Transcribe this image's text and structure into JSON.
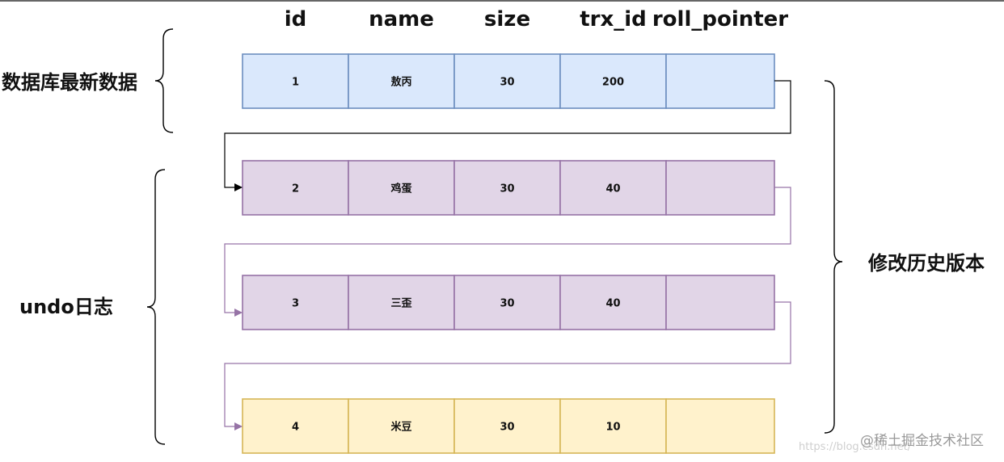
{
  "columns": [
    "id",
    "name",
    "size",
    "trx_id",
    "roll_pointer"
  ],
  "rows": [
    {
      "cells": [
        "1",
        "敖丙",
        "30",
        "200",
        ""
      ],
      "fill": "#dae8fc",
      "stroke": "#6c8ebf"
    },
    {
      "cells": [
        "2",
        "鸡蛋",
        "30",
        "40",
        ""
      ],
      "fill": "#e1d5e7",
      "stroke": "#9673a6"
    },
    {
      "cells": [
        "3",
        "三歪",
        "30",
        "40",
        ""
      ],
      "fill": "#e1d5e7",
      "stroke": "#9673a6"
    },
    {
      "cells": [
        "4",
        "米豆",
        "30",
        "10",
        ""
      ],
      "fill": "#fff2cc",
      "stroke": "#d6b656"
    }
  ],
  "labels": {
    "latest": "数据库最新数据",
    "undo": "undo日志",
    "history": "修改历史版本"
  },
  "watermark": {
    "text": "@稀土掘金技术社区",
    "url": "https://blog.csdn.net/"
  },
  "colors": {
    "arrow_dark": "#000000",
    "arrow_purple": "#9673a6",
    "bracket": "#000000"
  }
}
